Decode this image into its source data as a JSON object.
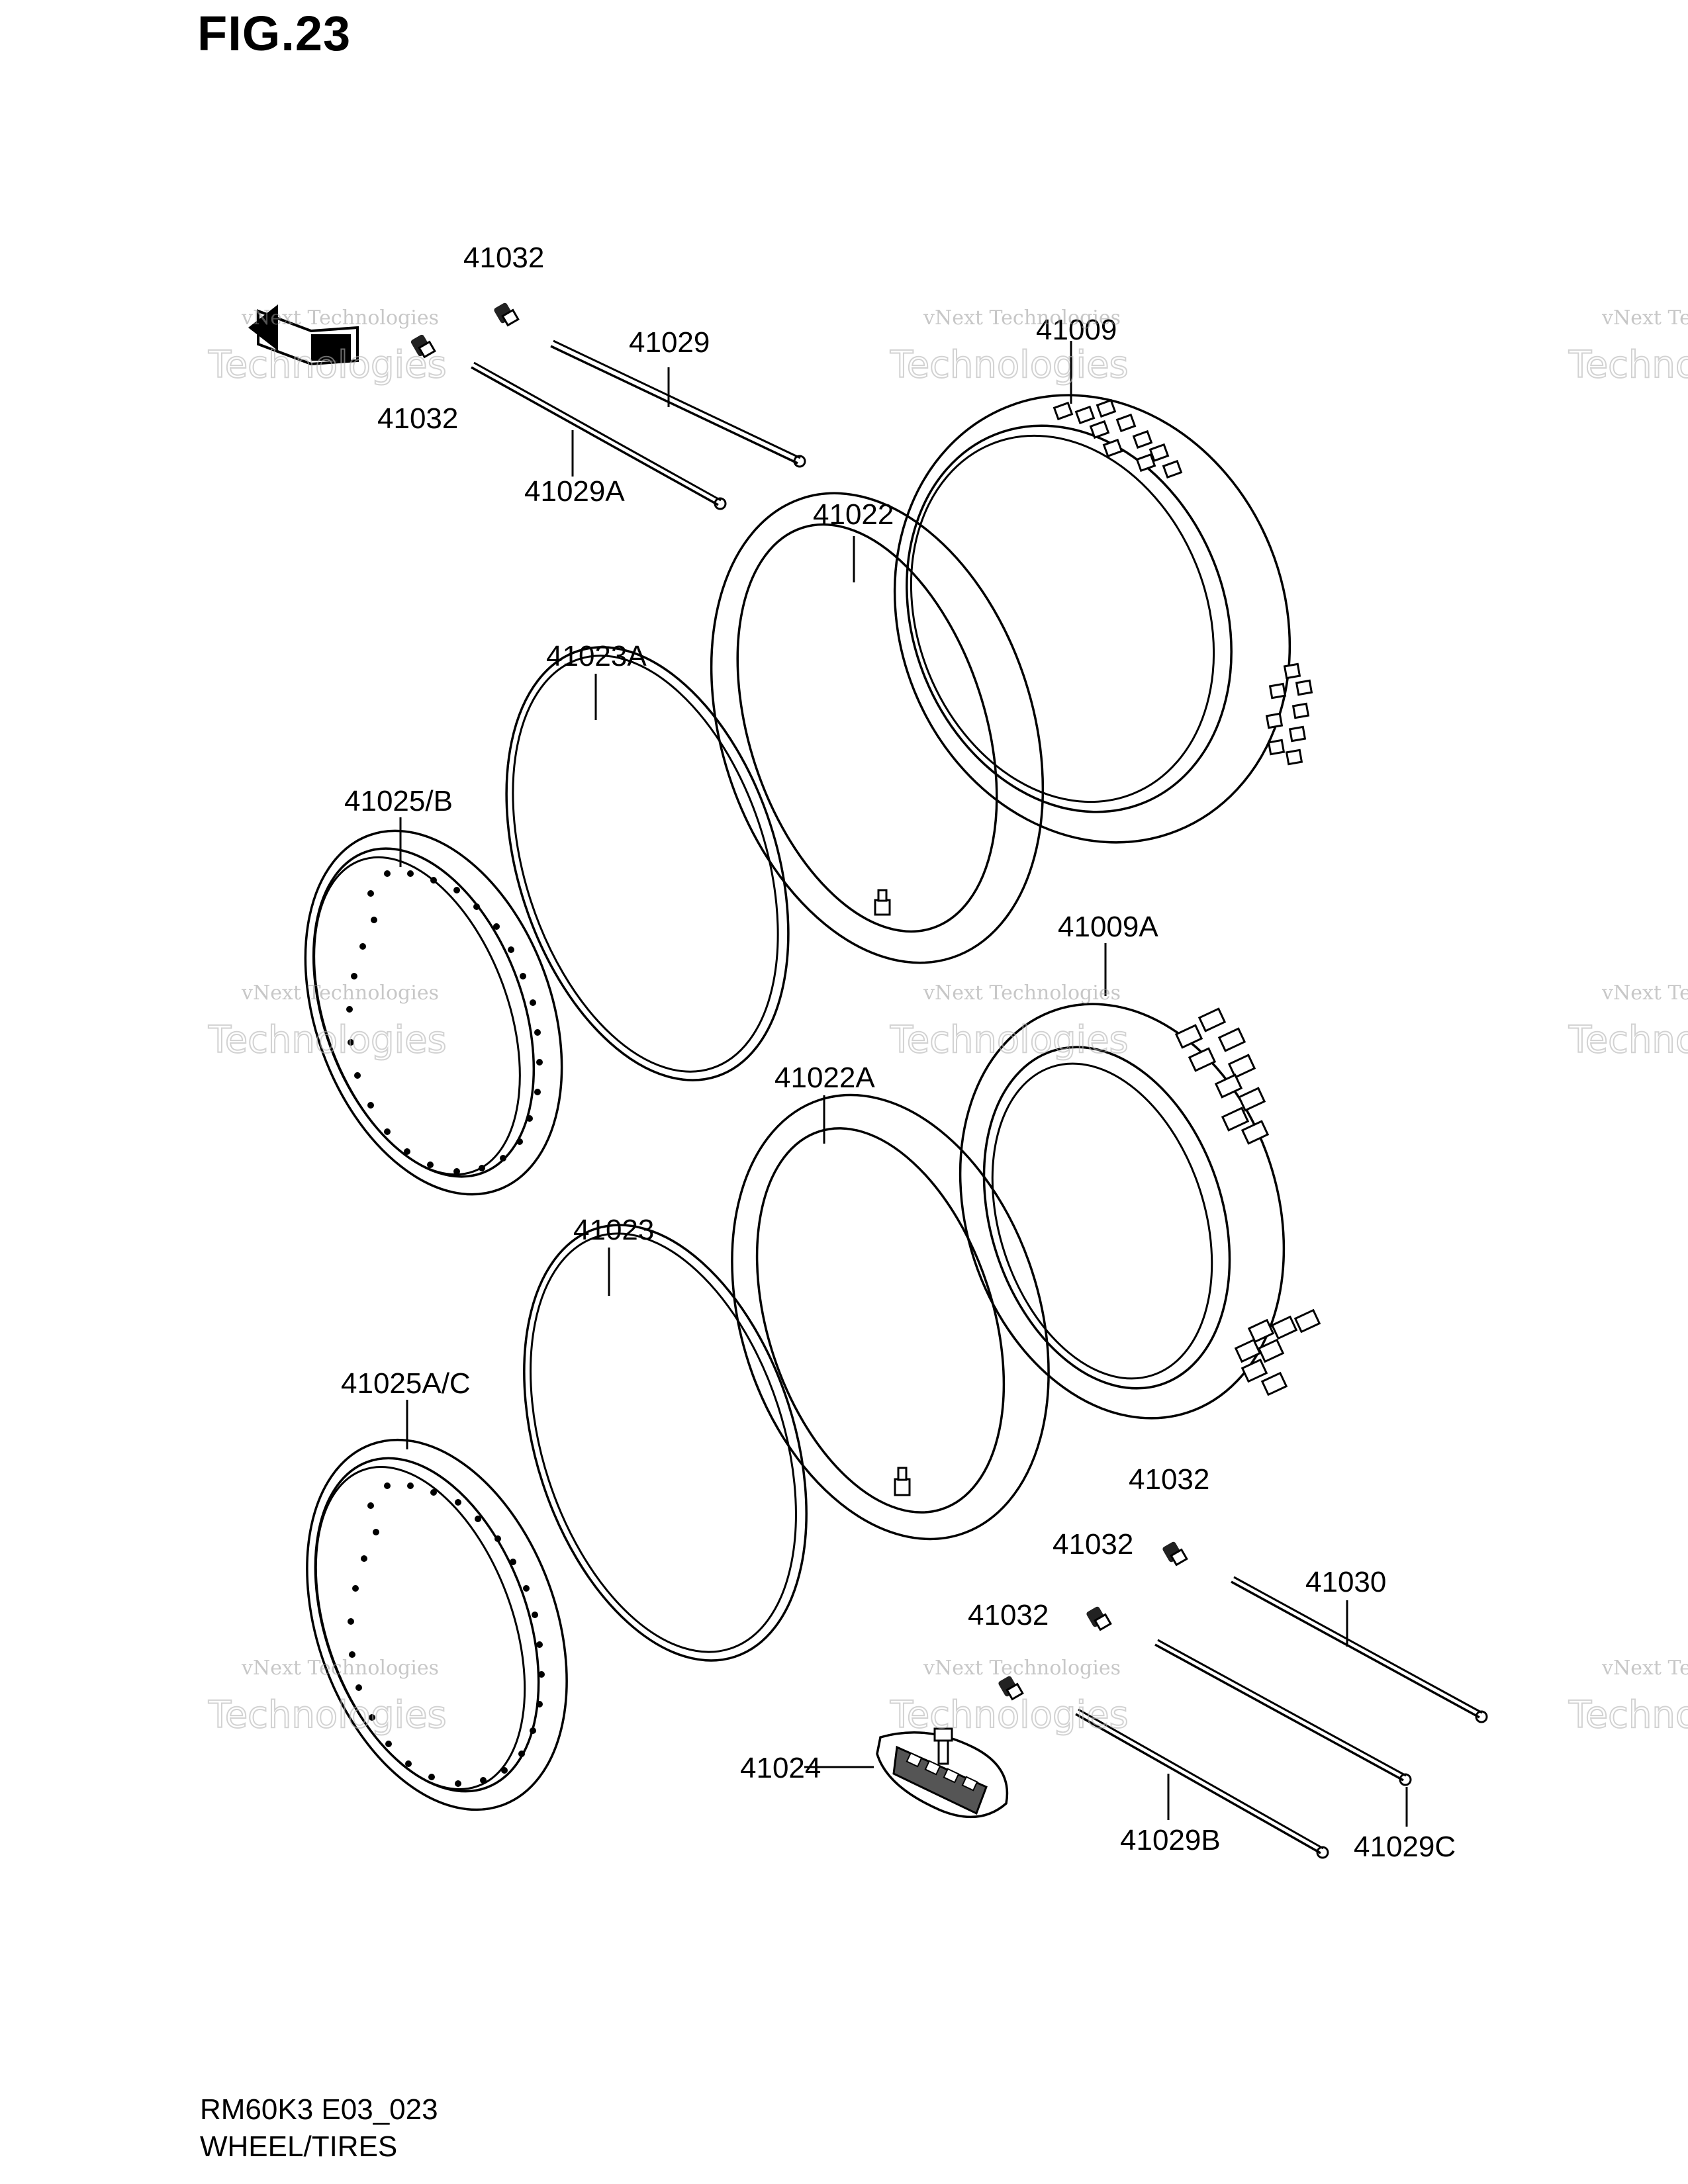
{
  "figure": {
    "title": "FIG.23",
    "model_code": "RM60K3 E03_023",
    "section": "WHEEL/TIRES"
  },
  "parts": {
    "valve_cap_top_right": "41032",
    "valve_cap_top_left": "41032",
    "spoke_top_a": "41029",
    "spoke_top_b": "41029A",
    "tire_top": "41009",
    "tube_top": "41022",
    "rim_band_top": "41023A",
    "rim_top": "41025/B",
    "tire_bottom": "41009A",
    "tube_bottom": "41022A",
    "rim_band_bottom": "41023",
    "rim_bottom": "41025A/C",
    "valve_cap_1": "41032",
    "valve_cap_2": "41032",
    "valve_cap_3": "41032",
    "spoke_bottom_a": "41030",
    "spoke_bottom_b": "41029B",
    "spoke_bottom_c": "41029C",
    "rim_lock": "41024"
  },
  "watermark": {
    "line1": "vNext Technologies",
    "line2": "Technologies"
  }
}
